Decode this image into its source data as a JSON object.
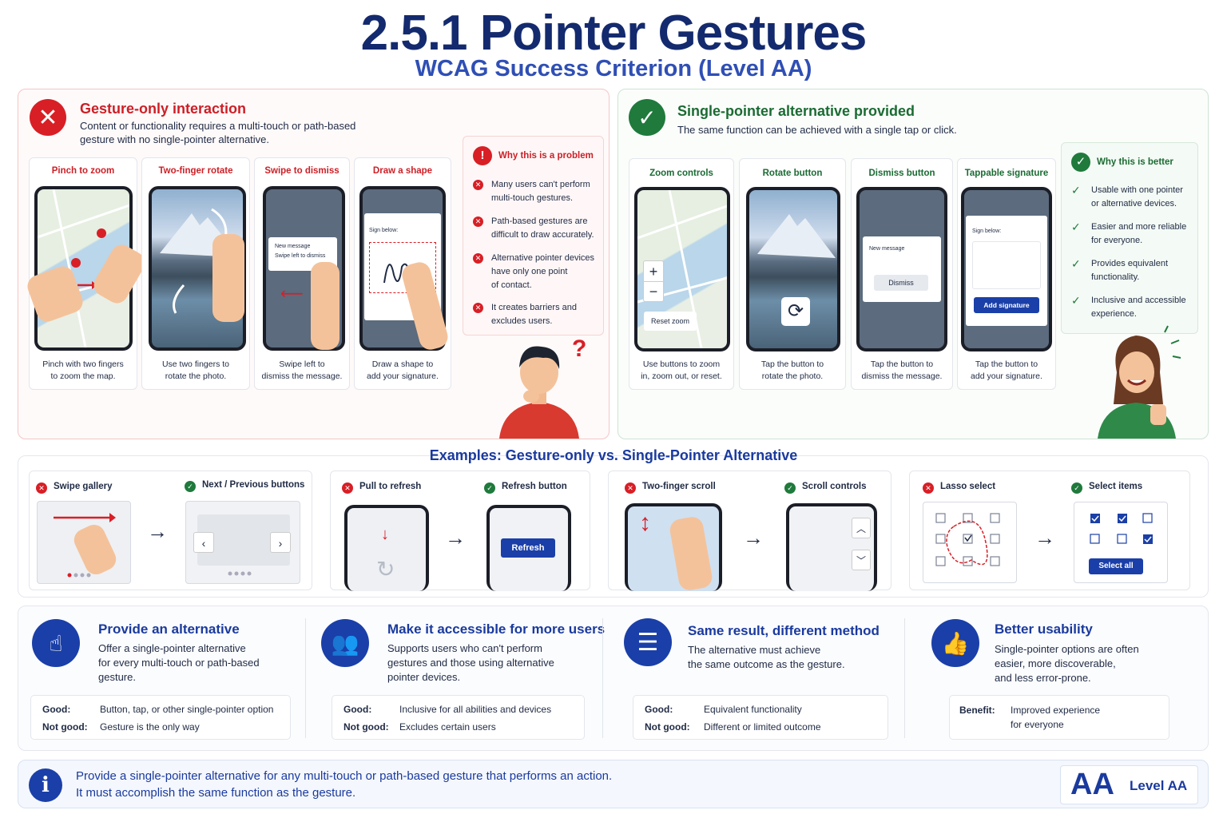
{
  "header": {
    "title": "2.5.1 Pointer Gestures",
    "subtitle": "WCAG Success Criterion (Level AA)"
  },
  "bad": {
    "title": "Gesture-only interaction",
    "desc": [
      "Content or functionality requires a multi-touch or path-based",
      "gesture with no single-pointer alternative."
    ],
    "cards": [
      {
        "title": "Pinch to zoom",
        "caption": [
          "Pinch with two fingers",
          "to zoom the map."
        ]
      },
      {
        "title": "Two-finger rotate",
        "caption": [
          "Use two fingers to",
          "rotate the photo."
        ]
      },
      {
        "title": "Swipe to dismiss",
        "caption": [
          "Swipe left to",
          "dismiss the message."
        ],
        "msg_title": "New message",
        "msg_sub": "Swipe left to dismiss"
      },
      {
        "title": "Draw a shape",
        "caption": [
          "Draw a shape to",
          "add your signature."
        ],
        "sign_label": "Sign below:"
      }
    ],
    "why": {
      "title": "Why this is a problem",
      "items": [
        [
          "Many users can't perform",
          "multi-touch gestures."
        ],
        [
          "Path-based gestures are",
          "difficult to draw accurately."
        ],
        [
          "Alternative pointer devices",
          "have only one point",
          "of contact."
        ],
        [
          "It creates barriers and",
          "excludes users."
        ]
      ]
    }
  },
  "good": {
    "title": "Single-pointer alternative provided",
    "desc": "The same function can be achieved with a single tap or click.",
    "cards": [
      {
        "title": "Zoom controls",
        "caption": [
          "Use buttons to zoom",
          "in, zoom out, or reset."
        ],
        "plus": "+",
        "minus": "−",
        "reset": "Reset zoom"
      },
      {
        "title": "Rotate button",
        "caption": [
          "Tap the button to",
          "rotate the photo."
        ]
      },
      {
        "title": "Dismiss button",
        "caption": [
          "Tap the button to",
          "dismiss the message."
        ],
        "msg_title": "New message",
        "btn": "Dismiss"
      },
      {
        "title": "Tappable signature",
        "caption": [
          "Tap the button to",
          "add your signature."
        ],
        "sign_label": "Sign below:",
        "btn": "Add signature"
      }
    ],
    "why": {
      "title": "Why this is better",
      "items": [
        [
          "Usable with one pointer",
          "or alternative devices."
        ],
        [
          "Easier and more reliable",
          "for everyone."
        ],
        [
          "Provides equivalent",
          "functionality."
        ],
        [
          "Inclusive and accessible",
          "experience."
        ]
      ]
    }
  },
  "examples": {
    "title": "Examples: Gesture-only vs. Single-Pointer Alternative",
    "pairs": [
      {
        "bad": "Swipe gallery",
        "good": "Next / Previous buttons"
      },
      {
        "bad": "Pull to refresh",
        "good": "Refresh button",
        "btn": "Refresh"
      },
      {
        "bad": "Two-finger scroll",
        "good": "Scroll controls"
      },
      {
        "bad": "Lasso select",
        "good": "Select items",
        "btn": "Select all"
      }
    ]
  },
  "principles": [
    {
      "title": "Provide an alternative",
      "text": [
        "Offer a single-pointer alternative",
        "for every multi-touch or path-based",
        "gesture."
      ],
      "rows": [
        [
          "Good:",
          "Button, tap, or other single-pointer option"
        ],
        [
          "Not good:",
          "Gesture is the only way"
        ]
      ]
    },
    {
      "title": "Make it accessible for more users",
      "text": [
        "Supports users who can't perform",
        "gestures and those using alternative",
        "pointer devices."
      ],
      "rows": [
        [
          "Good:",
          "Inclusive for all abilities and devices"
        ],
        [
          "Not good:",
          "Excludes certain users"
        ]
      ]
    },
    {
      "title": "Same result, different method",
      "text": [
        "The alternative must achieve",
        "the same outcome as the gesture."
      ],
      "rows": [
        [
          "Good:",
          "Equivalent functionality"
        ],
        [
          "Not good:",
          "Different or limited outcome"
        ]
      ]
    },
    {
      "title": "Better usability",
      "text": [
        "Single-pointer options are often",
        "easier, more discoverable,",
        "and less error-prone."
      ],
      "rows": [
        [
          "Benefit:",
          "Improved experience"
        ]
      ],
      "extra": "for everyone"
    }
  ],
  "footer": {
    "icon": "i",
    "text": [
      "Provide a single-pointer alternative for any multi-touch or path-based gesture that performs an action.",
      "It must accomplish the same function as the gesture."
    ],
    "badge_big": "AA",
    "badge_label": "Level AA"
  },
  "colors": {
    "bad": "#d81f26",
    "good": "#1f7a3c",
    "brand": "#1a3fa8",
    "title": "#142a6e"
  }
}
